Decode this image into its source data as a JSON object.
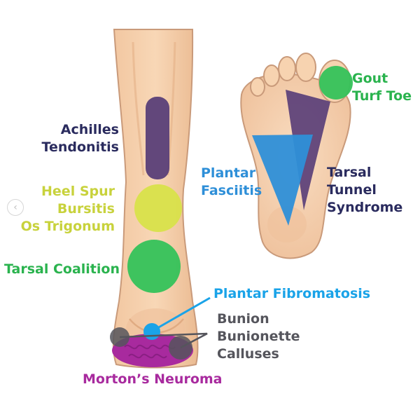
{
  "colors": {
    "skin": "#f7d3b0",
    "skin_shadow": "#e9b58c",
    "outline": "#c99a7a",
    "purple": "#5a3f78",
    "yellow_green": "#d8e24a",
    "green": "#34c25a",
    "blue": "#2e8fd8",
    "cyan": "#1aa3e8",
    "magenta": "#a82a9e",
    "gray": "#55555c",
    "navy": "#2a2b5e"
  },
  "nav": {
    "prev_icon": "chevron-left-icon",
    "prev_glyph": "‹"
  },
  "labels": {
    "achilles": [
      "Achilles",
      "Tendonitis"
    ],
    "heel": [
      "Heel Spur",
      "Bursitis",
      "Os Trigonum"
    ],
    "tarsal_coalition": "Tarsal Coalition",
    "plantar_fibromatosis": "Plantar Fibromatosis",
    "bunion": [
      "Bunion",
      "Bunionette",
      "Calluses"
    ],
    "mortons": "Morton’s Neuroma",
    "plantar_fasciitis": [
      "Plantar",
      "Fasciitis"
    ],
    "gout": [
      "Gout",
      "Turf Toe"
    ],
    "tarsal_tunnel": [
      "Tarsal",
      "Tunnel",
      "Syndrome"
    ]
  }
}
